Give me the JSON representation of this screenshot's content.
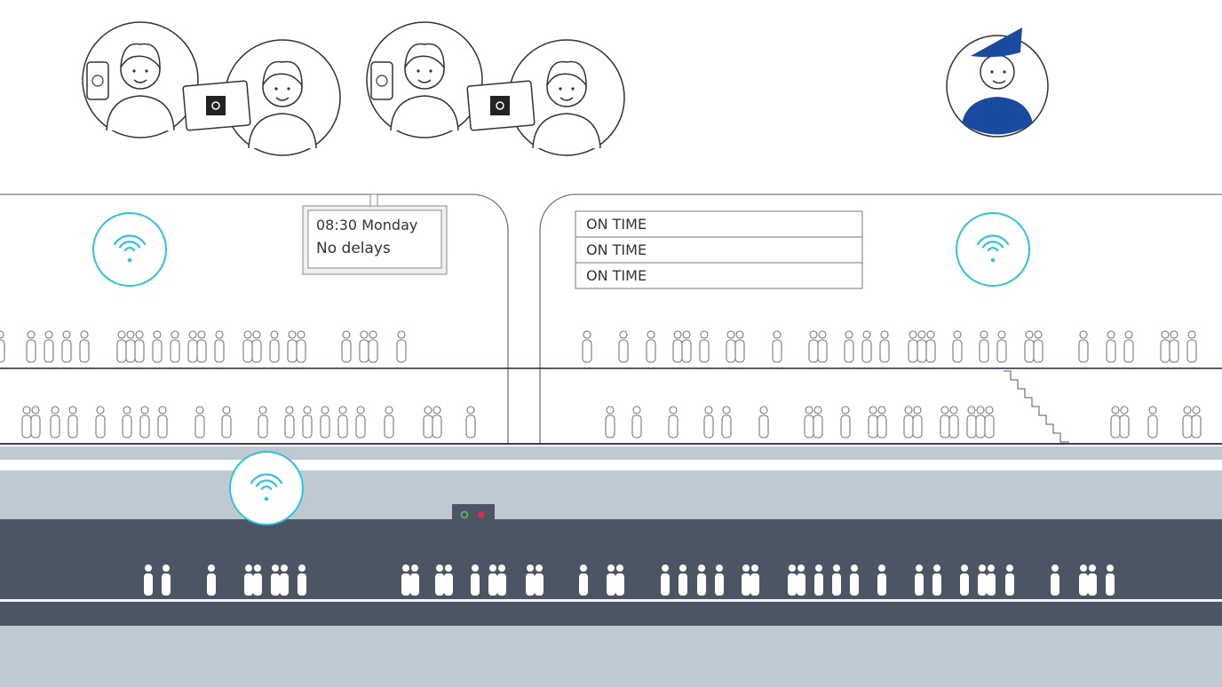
{
  "departure_sign": {
    "time": "08:30 Monday",
    "status": "No delays"
  },
  "status_board": {
    "rows": [
      "ON TIME",
      "ON TIME",
      "ON TIME"
    ]
  },
  "colors": {
    "wifi": "#2ec4dd",
    "line": "#1c2251",
    "train_body": "#4c5563",
    "track_bg": "#bfc9d1",
    "conductor": "#1a4aa0",
    "indicator_green": "#5cc85c",
    "indicator_red": "#d0304a"
  },
  "icons": [
    "wifi-icon",
    "globe-icon",
    "gear-icon",
    "person-icon",
    "avatar-icon"
  ]
}
